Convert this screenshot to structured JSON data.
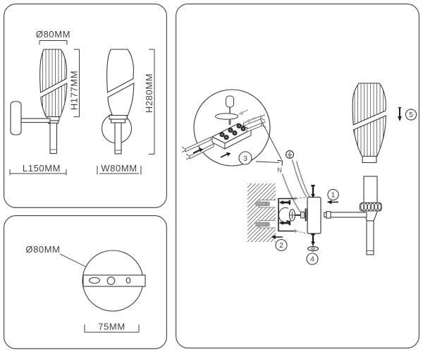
{
  "panel_dimensions": {
    "shade_diameter": "Ø80MM",
    "shade_height": "H177MM",
    "total_height": "H280MM",
    "arm_length": "L150MM",
    "fixture_width": "W80MM"
  },
  "panel_base_detail": {
    "plate_diameter": "Ø80MM",
    "plate_width": "75MM"
  },
  "panel_assembly": {
    "steps": {
      "s1": "1",
      "s2": "2",
      "s3": "3",
      "s4": "4",
      "s5": "5"
    },
    "neutral_wire_label": "N"
  }
}
